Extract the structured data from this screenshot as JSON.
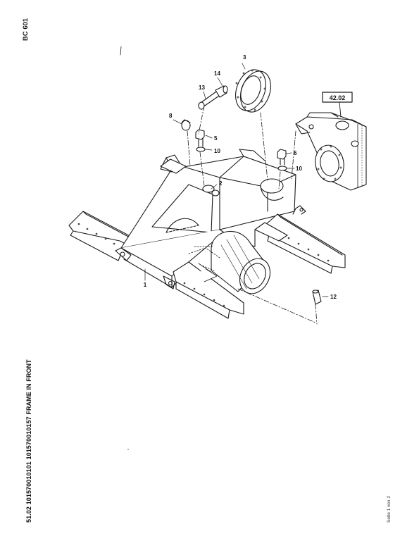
{
  "header": {
    "model": "BC 601"
  },
  "footer": {
    "title": "51.02 101570010101 101570010157 FRAME IN FRONT",
    "page_info": "Seite 1 von 2"
  },
  "diagram": {
    "reference_box": "42.02",
    "callouts": {
      "c1": "1",
      "c2": "2",
      "c3": "3",
      "c5": "5",
      "c6": "6",
      "c8": "8",
      "c10a": "10",
      "c10b": "10",
      "c12": "12",
      "c13": "13",
      "c14": "14"
    }
  }
}
